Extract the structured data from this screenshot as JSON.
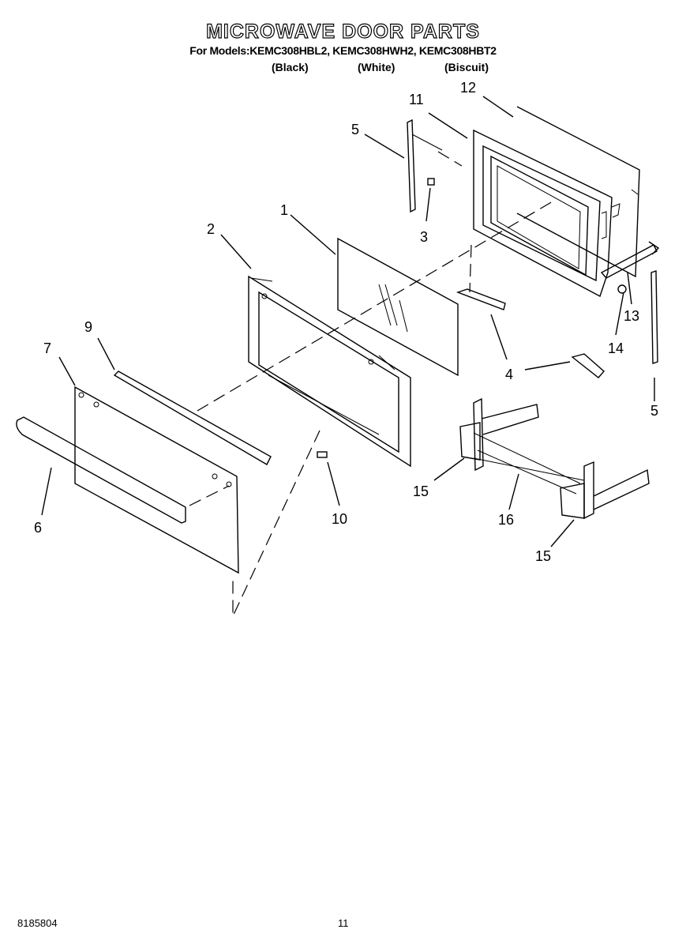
{
  "header": {
    "title": "MICROWAVE DOOR PARTS",
    "models_line": "For Models:KEMC308HBL2, KEMC308HWH2, KEMC308HBT2",
    "colors": [
      "(Black)",
      "(White)",
      "(Biscuit)"
    ]
  },
  "callouts": {
    "c1": "1",
    "c2": "2",
    "c3": "3",
    "c4a": "4",
    "c4b": "4",
    "c5a": "5",
    "c5b": "5",
    "c6": "6",
    "c7": "7",
    "c9": "9",
    "c10": "10",
    "c11": "11",
    "c12": "12",
    "c13": "13",
    "c14": "14",
    "c15a": "15",
    "c15b": "15",
    "c16": "16"
  },
  "footer": {
    "doc_number": "8185804",
    "page_number": "11"
  }
}
